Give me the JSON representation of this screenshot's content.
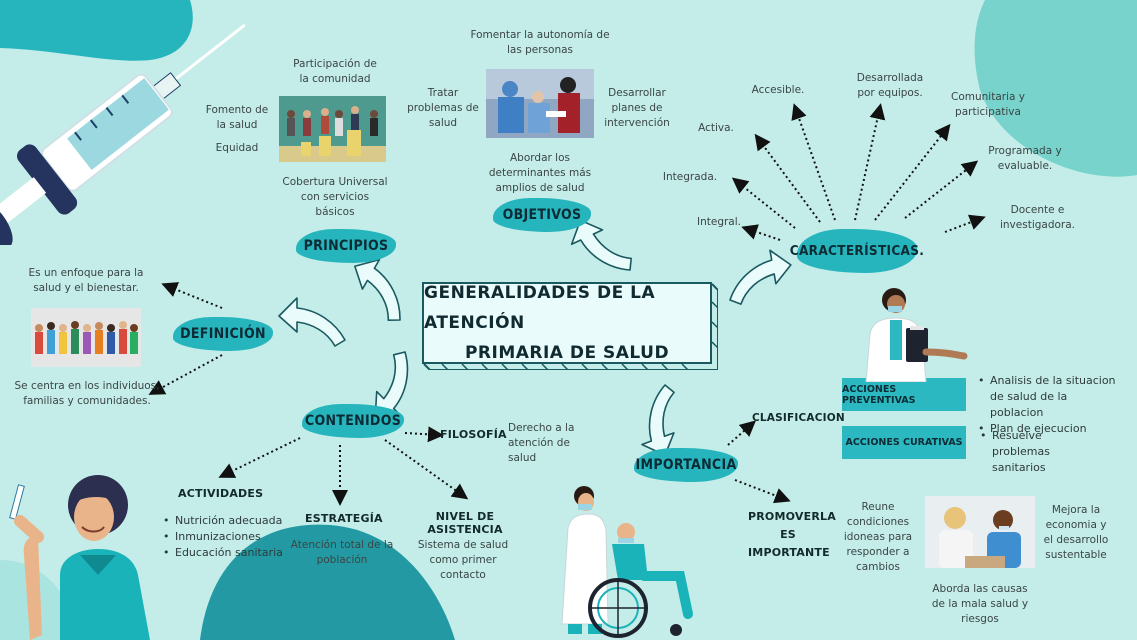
{
  "central": {
    "line1": "GENERALIDADES DE LA ATENCIÓN",
    "line2": "PRIMARIA DE SALUD"
  },
  "principios": {
    "label": "PRINCIPIOS",
    "participacion": "Participación de la comunidad",
    "fomento": "Fomento de la salud",
    "equidad": "Equidad",
    "cobertura": "Cobertura Universal con servicios básicos"
  },
  "objetivos": {
    "label": "OBJETIVOS",
    "autonomia": "Fomentar la autonomía de las personas",
    "tratar": "Tratar problemas de salud",
    "desarrollar": "Desarrollar planes de intervención",
    "abordar": "Abordar los determinantes más amplios de salud"
  },
  "caracteristicas": {
    "label": "CARACTERÍSTICAS.",
    "accesible": "Accesible.",
    "desarrollada": "Desarrollada por equipos.",
    "comunitaria": "Comunitaria y participativa",
    "activa": "Activa.",
    "programada": "Programada y evaluable.",
    "integrada": "Integrada.",
    "docente": "Docente e investigadora.",
    "integral": "Integral."
  },
  "definicion": {
    "label": "DEFINICIÓN",
    "enfoque": "Es un enfoque para la salud y el bienestar.",
    "centra": "Se centra en los individuos, familias y comunidades."
  },
  "contenidos": {
    "label": "CONTENIDOS",
    "filosofia": "FILOSOFÍA",
    "derecho": "Derecho a la atención de salud",
    "actividades": "ACTIVIDADES",
    "actividades_items": [
      "Nutrición adecuada",
      "Inmunizaciones",
      "Educación sanitaria"
    ],
    "estrategia": "ESTRATEGÍA",
    "estrategia_text": "Atención total de la población",
    "nivel": "NIVEL DE ASISTENCIA",
    "nivel_text": "Sistema de salud como primer contacto"
  },
  "importancia": {
    "label": "IMPORTANCIA",
    "clasificacion": "CLASIFICACION",
    "preventivas": "ACCIONES PREVENTIVAS",
    "preventivas_items": [
      "Analisis de la situacion de salud de la poblacion",
      "Plan de ejecucion"
    ],
    "curativas": "ACCIONES CURATIVAS",
    "curativas_items": [
      "Resuelve problemas sanitarios"
    ],
    "promoverla": "PROMOVERLA ES IMPORTANTE",
    "reune": "Reune condiciones idoneas para responder a cambios",
    "mejora": "Mejora la economia y el desarrollo sustentable",
    "aborda": "Aborda las causas de la mala salud y riesgos"
  },
  "colors": {
    "background": "#c4ede9",
    "teal": "#27b5bd",
    "dark": "#1a5960"
  }
}
